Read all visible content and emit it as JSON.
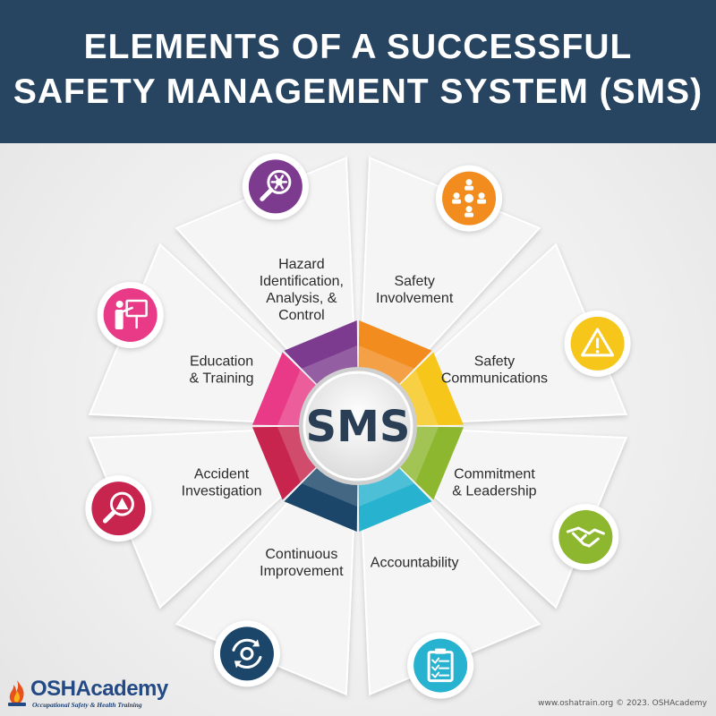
{
  "title": {
    "line1": "ELEMENTS OF A SUCCESSFUL",
    "line2": "SAFETY MANAGEMENT SYSTEM (SMS)"
  },
  "center": "SMS",
  "segments": [
    {
      "lines": [
        "Hazard",
        "Identification,",
        "Analysis, &",
        "Control"
      ],
      "color": "#7d3b8f",
      "icon": "magnifier-gear-icon"
    },
    {
      "lines": [
        "Safety",
        "Involvement"
      ],
      "color": "#f28c1e",
      "icon": "team-gear-icon"
    },
    {
      "lines": [
        "Safety",
        "Communications"
      ],
      "color": "#f6c61a",
      "icon": "warning-triangle-icon"
    },
    {
      "lines": [
        "Commitment",
        "& Leadership"
      ],
      "color": "#8db72f",
      "icon": "handshake-icon"
    },
    {
      "lines": [
        "Accountability"
      ],
      "color": "#27b2cf",
      "icon": "clipboard-checklist-icon"
    },
    {
      "lines": [
        "Continuous",
        "Improvement"
      ],
      "color": "#1b4669",
      "icon": "cycle-gear-icon"
    },
    {
      "lines": [
        "Accident",
        "Investigation"
      ],
      "color": "#c7244e",
      "icon": "magnifier-warning-icon"
    },
    {
      "lines": [
        "Education",
        "& Training"
      ],
      "color": "#e83a86",
      "icon": "presenter-board-icon"
    }
  ],
  "footer": {
    "url_text": "www.oshatrain.org © 2023. OSHAcademy"
  },
  "logo": {
    "part1": "OSH",
    "part2": "Academy",
    "tagline": "Occupational Safety & Health Training"
  }
}
